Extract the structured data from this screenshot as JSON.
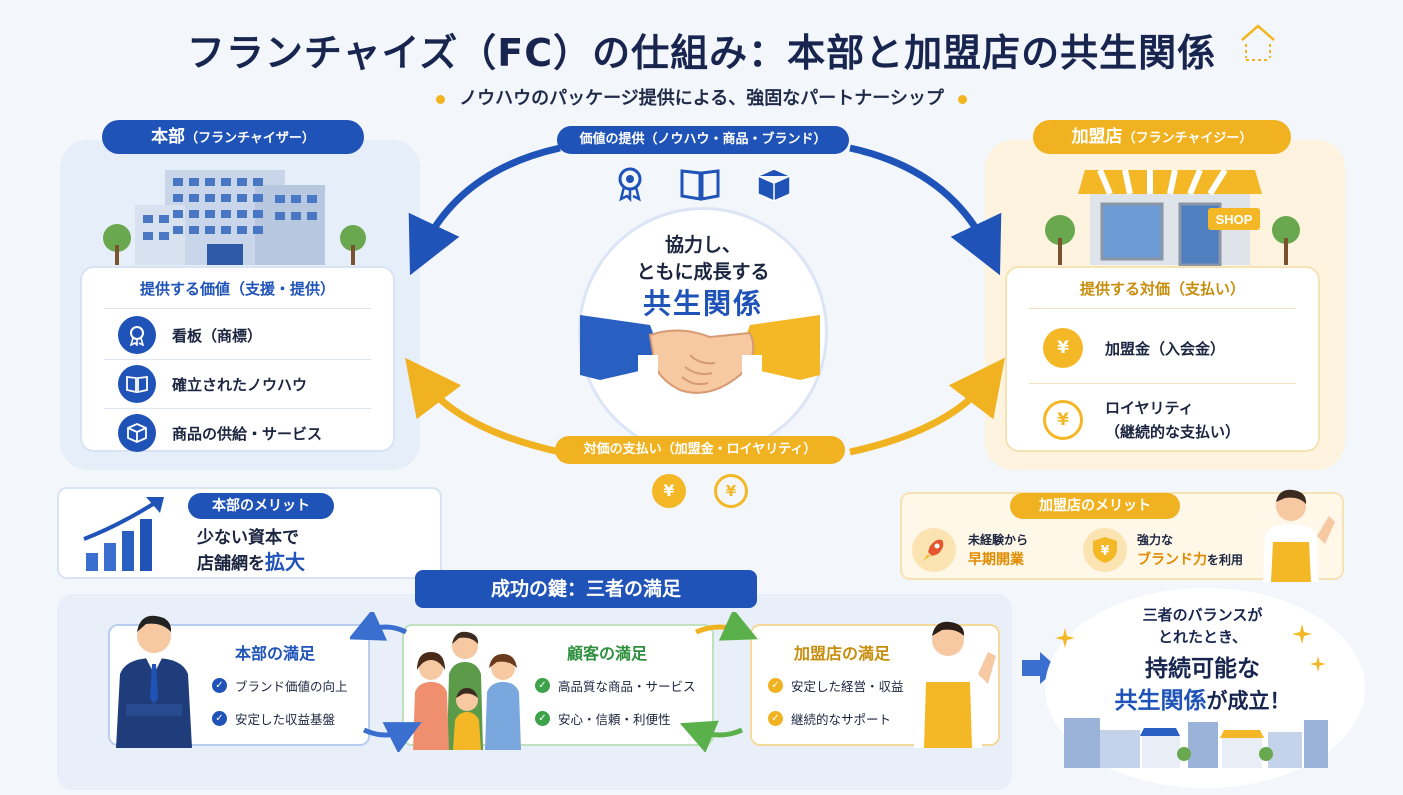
{
  "title": "フランチャイズ（FC）の仕組み：本部と加盟店の共生関係",
  "subtitle": "ノウハウのパッケージ提供による、強固なパートナーシップ",
  "headquarters": {
    "label": "本部",
    "sublabel": "（フランチャイザー）",
    "card_title": "提供する価値（支援・提供）",
    "items": [
      {
        "icon": "ribbon-icon",
        "label": "看板（商標）"
      },
      {
        "icon": "book-icon",
        "label": "確立されたノウハウ"
      },
      {
        "icon": "box-icon",
        "label": "商品の供給・サービス"
      }
    ]
  },
  "franchisee": {
    "label": "加盟店",
    "sublabel": "（フランチャイジー）",
    "shop_sign": "SHOP",
    "card_title": "提供する対価（支払い）",
    "items": [
      {
        "icon": "yen-bag-icon",
        "label": "加盟金（入会金）",
        "sub": ""
      },
      {
        "icon": "yen-cycle-icon",
        "label": "ロイヤリティ",
        "sub": "（継続的な支払い）"
      }
    ]
  },
  "flows": {
    "value_provision": "価値の提供（ノウハウ・商品・ブランド）",
    "payment": "対価の支払い（加盟金・ロイヤリティ）"
  },
  "center": {
    "line1": "協力し、",
    "line2": "ともに成長する",
    "big": "共生関係"
  },
  "hq_merit": {
    "label": "本部のメリット",
    "line1": "少ない資本で",
    "line2_pre": "店舗網を",
    "line2_em": "拡大"
  },
  "fr_merit": {
    "label": "加盟店のメリット",
    "items": [
      {
        "icon": "rocket-icon",
        "line1": "未経験から",
        "line2_em": "早期開業",
        "line2_post": ""
      },
      {
        "icon": "shield-yen-icon",
        "line1": "強力な",
        "line2_em": "ブランド力",
        "line2_post": "を利用"
      }
    ]
  },
  "success": {
    "title": "成功の鍵：三者の満足",
    "cards": [
      {
        "title": "本部の満足",
        "items": [
          "ブランド価値の向上",
          "安定した収益基盤"
        ]
      },
      {
        "title": "顧客の満足",
        "items": [
          "高品質な商品・サービス",
          "安心・信頼・利便性"
        ]
      },
      {
        "title": "加盟店の満足",
        "items": [
          "安定した経営・収益",
          "継続的なサポート"
        ]
      }
    ]
  },
  "conclusion": {
    "line1": "三者のバランスが",
    "line2": "とれたとき、",
    "big1": "持続可能な",
    "big2_em": "共生関係",
    "big2_post": "が成立！"
  },
  "colors": {
    "navy": "#17254f",
    "blue": "#1f53b8",
    "yellow": "#f1b221",
    "green": "#3da24a"
  }
}
